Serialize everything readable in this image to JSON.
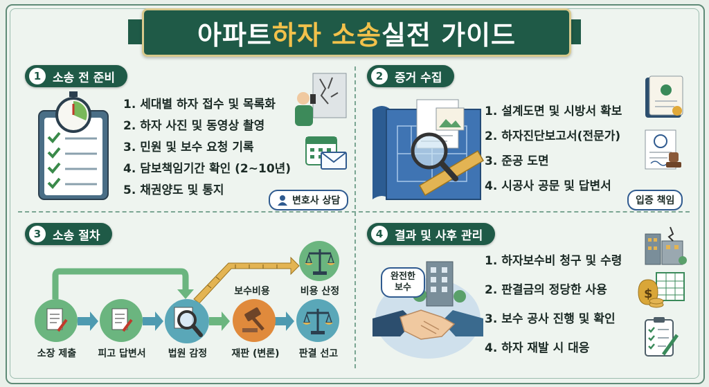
{
  "title": {
    "pre": "아파트 ",
    "highlight": "하자 소송",
    "post": " 실전 가이드"
  },
  "sections": [
    {
      "num": "1",
      "title": "소송 전 준비",
      "items": [
        "1. 세대별 하자 접수 및 목록화",
        "2. 하자 사진 및 동영상 촬영",
        "3. 민원 및 보수 요청 기록",
        "4. 담보책임기간 확인 (2~10년)",
        "5. 채권양도 및 통지"
      ],
      "badge": "변호사 상담"
    },
    {
      "num": "2",
      "title": "증거 수집",
      "items": [
        "1. 설계도면 및 시방서 확보",
        "2. 하자진단보고서(전문가)",
        "3. 준공 도면",
        "4. 시공사 공문 및 답변서"
      ],
      "badge": "입증 책임"
    },
    {
      "num": "3",
      "title": "소송 절차",
      "steps": [
        "소장 제출",
        "피고 답변서",
        "법원 감정",
        "재판 (변론)",
        "판결 선고",
        "비용 산정"
      ],
      "ruler_label": "보수비용"
    },
    {
      "num": "4",
      "title": "결과 및 사후 관리",
      "items": [
        "1. 하자보수비 청구 및 수령",
        "2. 판결금의 정당한 사용",
        "3. 보수 공사 진행 및 확인",
        "4. 하자 재발 시 대응"
      ],
      "bubble": [
        "완전한",
        "보수"
      ]
    }
  ],
  "colors": {
    "primary": "#1f5a47",
    "accent": "#f2c14b",
    "flow_green": "#6bb57f",
    "flow_teal": "#5aa7b8",
    "flow_orange": "#e08a3c",
    "badge_border": "#2f5a8f"
  }
}
